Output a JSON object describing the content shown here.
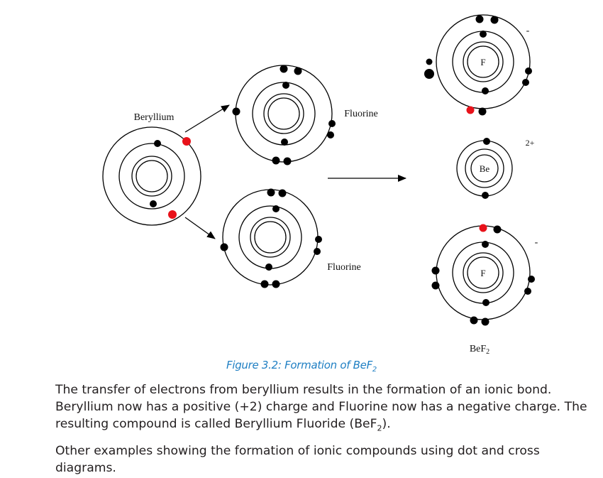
{
  "labels": {
    "beryllium": "Beryllium",
    "fluorine_top": "Fluorine",
    "fluorine_bottom": "Fluorine",
    "nucleus_f_top": "F",
    "nucleus_be": "Be",
    "nucleus_f_bottom": "F",
    "charge_f_top": "-",
    "charge_be": "2+",
    "charge_f_bottom": "-",
    "product_prefix": "BeF",
    "product_subscript": "2"
  },
  "caption": {
    "prefix": "Figure 3.2: Formation of BeF",
    "subscript": "2"
  },
  "paragraph1": {
    "part1": "The transfer of electrons from beryllium results in the formation of an ionic bond. Beryllium now has a positive (+2) charge and Fluorine now has a negative charge. The resulting compound is called Beryllium Fluoride (BeF",
    "subscript": "2",
    "part2": ")."
  },
  "paragraph2": {
    "text": "Other examples showing the formation of ionic compounds using dot and cross diagrams."
  },
  "colors": {
    "electron": "#000000",
    "transferred_electron": "#e8121a",
    "caption": "#1f7fc3",
    "body_text": "#231f20"
  }
}
